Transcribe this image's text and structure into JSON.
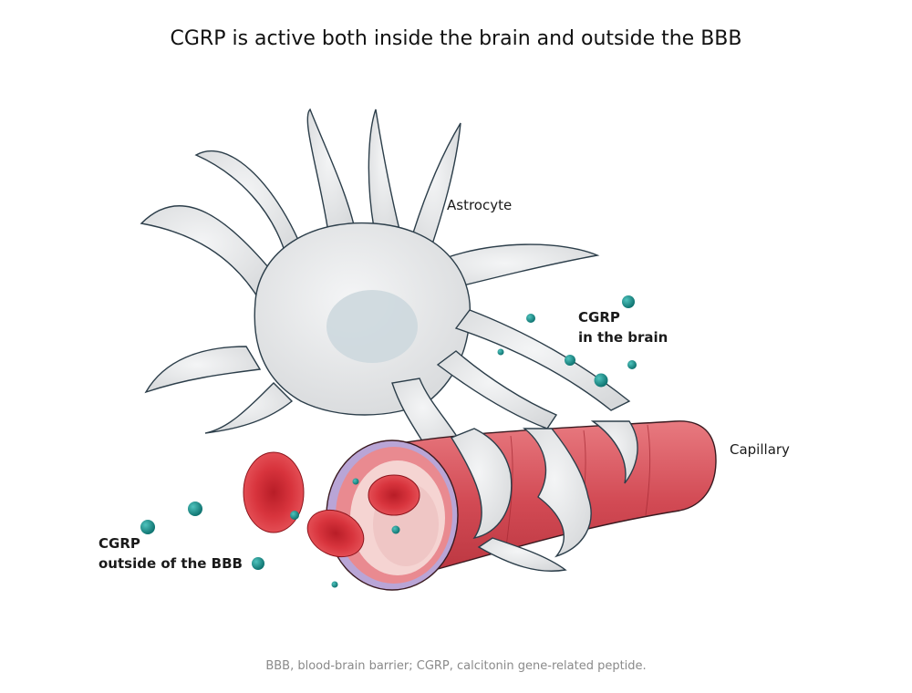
{
  "title": "CGRP is active both inside the brain and outside the BBB",
  "labels": {
    "astrocyte": "Astrocyte",
    "capillary": "Capillary",
    "cgrp_brain_line1": "CGRP",
    "cgrp_brain_line2": "in the brain",
    "cgrp_outside_line1": "CGRP",
    "cgrp_outside_line2": "outside of the BBB"
  },
  "footnote": "BBB, blood-brain barrier; CGRP, calcitonin gene-related peptide.",
  "colors": {
    "cell_fill": "#e9eaeb",
    "cell_stroke": "#2c3e4a",
    "nucleus": "#cdd8de",
    "vessel": "#d9505a",
    "vessel_inner": "#f3c3c3",
    "blood_cell": "#d82e38",
    "molecule": "#0f8d8a"
  }
}
